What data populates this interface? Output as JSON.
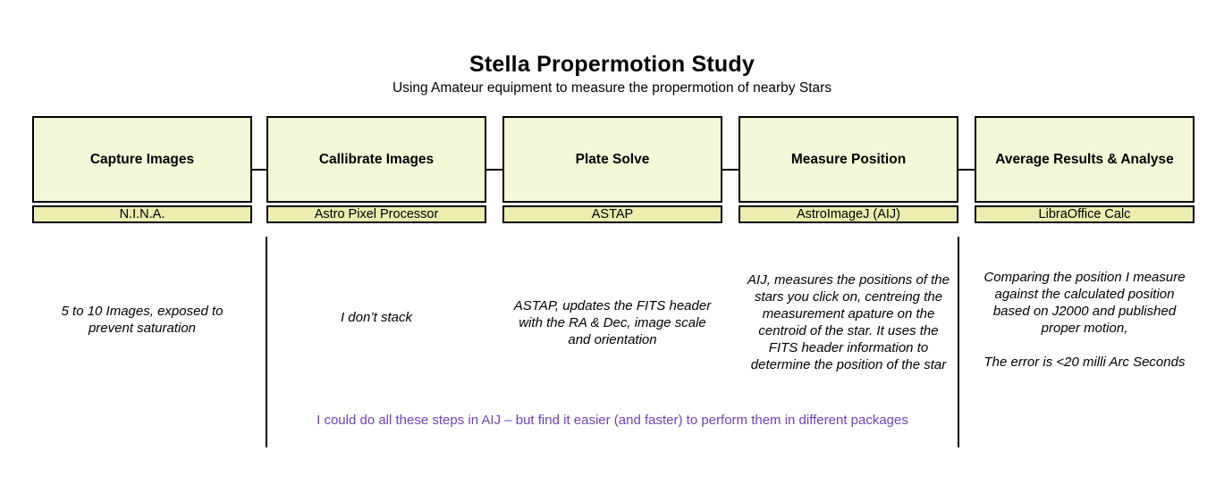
{
  "title": "Stella Propermotion Study",
  "subtitle": "Using Amateur equipment to measure the propermotion of nearby Stars",
  "steps": [
    {
      "label": "Capture Images",
      "tool": "N.I.N.A.",
      "description": "5 to 10 Images, exposed to\nprevent saturation"
    },
    {
      "label": "Callibrate Images",
      "tool": "Astro Pixel Processor",
      "description": "I don’t stack"
    },
    {
      "label": "Plate Solve",
      "tool": "ASTAP",
      "description": "ASTAP, updates the FITS header\nwith the RA & Dec, image scale\nand orientation"
    },
    {
      "label": "Measure Position",
      "tool": "AstroImageJ (AIJ)",
      "description": "AIJ, measures the positions of the\nstars you click on, centreing the\nmeasurement apature on the\ncentroid of the star. It uses the\nFITS header information to\ndetermine the position of the star"
    },
    {
      "label": "Average Results & Analyse",
      "tool": "LibraOffice Calc",
      "description": "Comparing the position I measure\nagainst the calculated position\nbased on J2000 and published\nproper motion,\n\nThe error is <20 milli Arc Seconds"
    }
  ],
  "note": "I could do all these steps in AIJ – but find it easier (and faster) to perform them in different packages",
  "colors": {
    "box_fill": "#F5F7D9",
    "tool_fill": "#EBEEB0",
    "border": "#000000",
    "note_text": "#6C43BC"
  }
}
